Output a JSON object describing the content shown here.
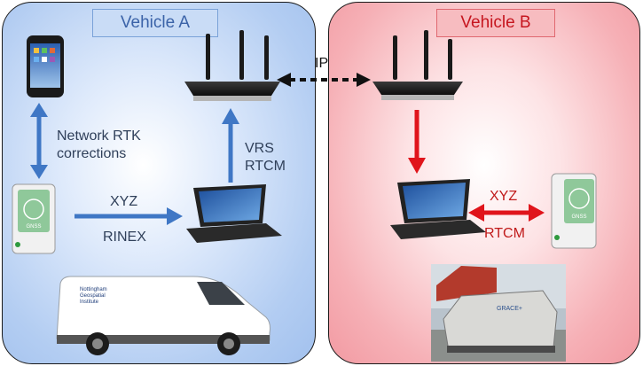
{
  "vehicle_a": {
    "title": "Vehicle A",
    "labels": {
      "network_rtk_line1": "Network RTK",
      "network_rtk_line2": "corrections",
      "vrs": "VRS",
      "rtcm": "RTCM",
      "xyz": "XYZ",
      "rinex": "RINEX"
    },
    "receiver_brand": "GNSS",
    "van_text_line1": "Nottingham",
    "van_text_line2": "Geospatial",
    "van_text_line3": "Institute"
  },
  "vehicle_b": {
    "title": "Vehicle B",
    "labels": {
      "xyz": "XYZ",
      "rtcm": "RTCM"
    },
    "receiver_brand": "GNSS",
    "trolley_text": "GRACE+"
  },
  "link": {
    "label": "IP"
  },
  "colors": {
    "panel_a": "#b3cdf2",
    "panel_b": "#f6b0b6",
    "arrow_blue": "#3f77c5",
    "arrow_red": "#e0141b",
    "ip_arrow": "#111111"
  }
}
